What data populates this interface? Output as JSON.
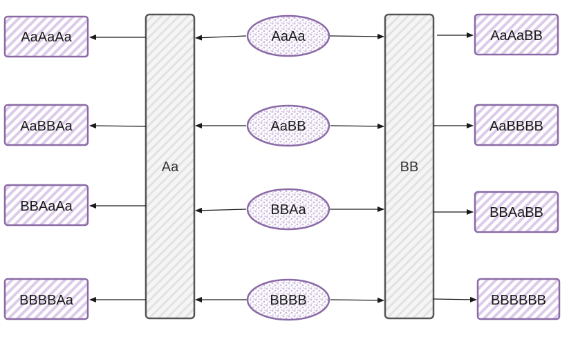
{
  "columns": {
    "left_bar_label": "Aa",
    "right_bar_label": "BB"
  },
  "inputs": [
    {
      "label": "AaAa"
    },
    {
      "label": "AaBB"
    },
    {
      "label": "BBAa"
    },
    {
      "label": "BBBB"
    }
  ],
  "left_outputs": [
    {
      "label": "AaAaAa"
    },
    {
      "label": "AaBBAa"
    },
    {
      "label": "BBAaAa"
    },
    {
      "label": "BBBBAa"
    }
  ],
  "right_outputs": [
    {
      "label": "AaAaBB"
    },
    {
      "label": "AaBBBB"
    },
    {
      "label": "BBAaBB"
    },
    {
      "label": "BBBBBB"
    }
  ],
  "colors": {
    "accent_stroke": "#8a6aa6",
    "accent_fill": "#d9c8e6",
    "bar_stroke": "#555555",
    "bar_hatch": "#d8d8d8",
    "arrow": "#1a1a1a"
  }
}
